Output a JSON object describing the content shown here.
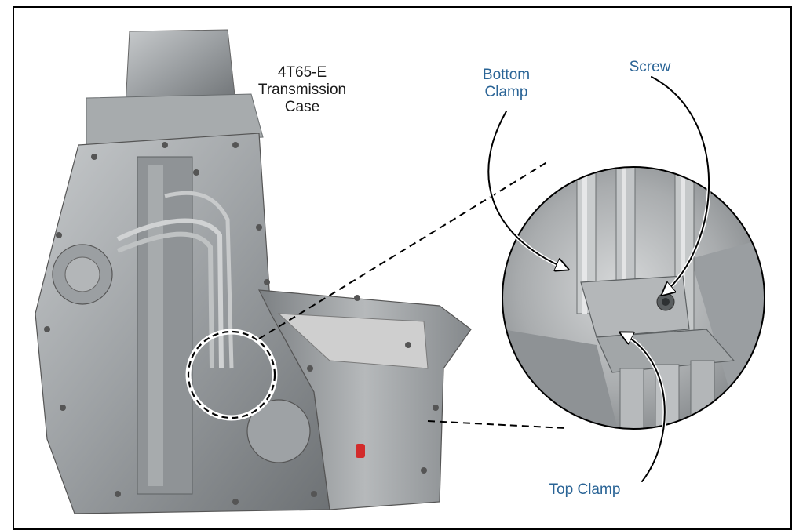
{
  "figure": {
    "case_title": "4T65-E\nTransmission\nCase",
    "labels": {
      "bottom_clamp": "Bottom\nClamp",
      "screw": "Screw",
      "top_clamp": "Top Clamp"
    }
  },
  "colors": {
    "callout_text": "#2a6496",
    "title_text": "#1a1a1a",
    "metal_light": "#b9bcbe",
    "metal_mid": "#8d9194",
    "metal_dark": "#5d6163",
    "accent_red": "#d22b2b"
  }
}
